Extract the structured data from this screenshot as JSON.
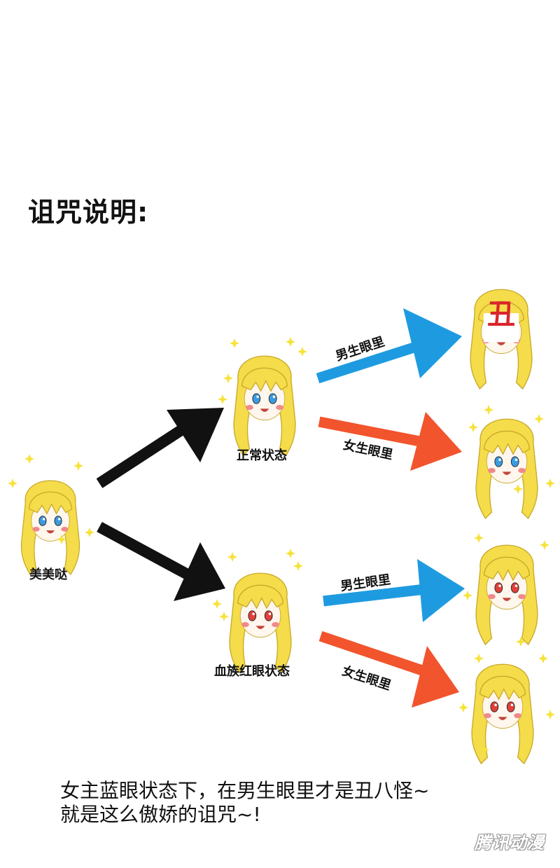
{
  "title": "诅咒说明:",
  "nodes": {
    "root_label": "美美哒",
    "normal_label": "正常状态",
    "red_label": "血族红眼状态"
  },
  "arrow_labels": {
    "normal_male": "男生眼里",
    "normal_female": "女生眼里",
    "red_male": "男生眼里",
    "red_female": "女生眼里"
  },
  "ugly_mark": "丑",
  "caption": {
    "line1": "女主蓝眼状态下，在男生眼里才是丑八怪~",
    "line2": "就是这么傲娇的诅咒~!"
  },
  "watermark": "腾讯动漫",
  "colors": {
    "hair": "#f5dc4a",
    "hair_outline": "#c9a92a",
    "blue_eye": "#3b9be0",
    "red_eye": "#e0403b",
    "arrow_black": "#111111",
    "arrow_blue": "#1e9be0",
    "arrow_orange": "#f2542d",
    "sparkle": "#f7e23a",
    "ugly_mark": "#d8252b"
  }
}
